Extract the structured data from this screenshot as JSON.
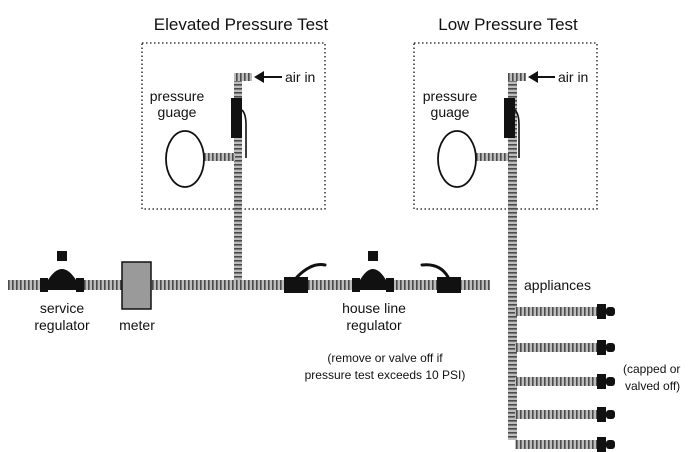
{
  "colors": {
    "pipe_fill": "#bdbdbd",
    "pipe_stripe": "#4a4a4a",
    "meter_fill": "#9a9a9a",
    "ink": "#111111",
    "background": "#ffffff"
  },
  "elevated_test": {
    "title": "Elevated Pressure Test",
    "air_in": "air in",
    "gauge_label_1": "pressure",
    "gauge_label_2": "guage"
  },
  "low_test": {
    "title": "Low Pressure Test",
    "air_in": "air in",
    "gauge_label_1": "pressure",
    "gauge_label_2": "guage"
  },
  "main_line": {
    "service_regulator_1": "service",
    "service_regulator_2": "regulator",
    "meter": "meter",
    "house_regulator_1": "house line",
    "house_regulator_2": "regulator",
    "regulator_note_1": "(remove or valve off if",
    "regulator_note_2": "pressure test exceeds 10 PSI)"
  },
  "appliances": {
    "label": "appliances",
    "note_1": "(capped or",
    "note_2": "valved off)",
    "count": 5
  },
  "icons": [
    "regulator-icon",
    "meter-icon",
    "shutoff-valve-icon",
    "pressure-gauge-icon",
    "air-valve-icon",
    "arrow-left-icon",
    "cap-icon"
  ]
}
